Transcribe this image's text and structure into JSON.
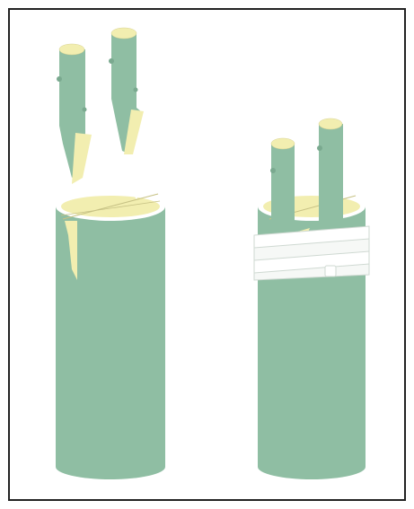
{
  "figure": {
    "kind": "cleft-grafting-illustration",
    "panels": [
      {
        "name": "before-insertion"
      },
      {
        "name": "after-insertion-wrapped"
      }
    ],
    "colors": {
      "bark": "#8fbea3",
      "cambium": "#f2eeb0",
      "wrap": "#ffffff",
      "border": "#222222",
      "shadow": "#6f9e86"
    }
  }
}
